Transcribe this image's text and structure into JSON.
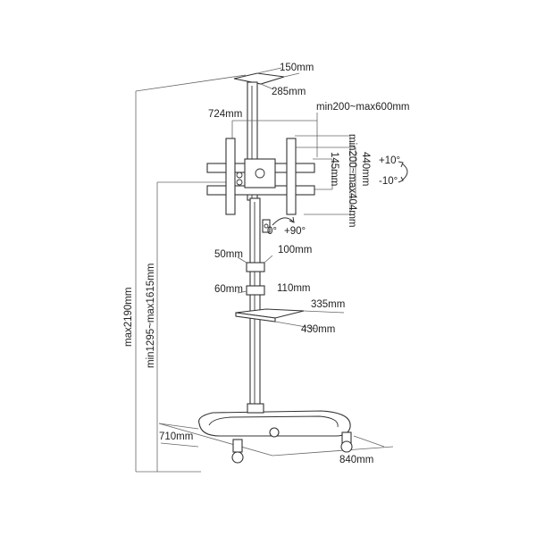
{
  "labels": {
    "top_plate_width": "150mm",
    "top_plate_depth": "285mm",
    "vesa_arm_width": "724mm",
    "vesa_horizontal": "min200~max600mm",
    "vesa_vertical": "min200~max404mm",
    "mount_height": "440mm",
    "hole_offset": "145mm",
    "tilt_up": "+10°",
    "tilt_down": "-10°",
    "rotate_start": "0°",
    "rotate_end": "+90°",
    "upper_bracket_height": "50mm",
    "upper_bracket_width": "100mm",
    "lower_bracket_height": "60mm",
    "lower_bracket_width": "110mm",
    "shelf_depth": "335mm",
    "shelf_width": "430mm",
    "max_height": "max2190mm",
    "screen_center_range": "min1295~max1615mm",
    "base_depth": "710mm",
    "base_width": "840mm"
  }
}
